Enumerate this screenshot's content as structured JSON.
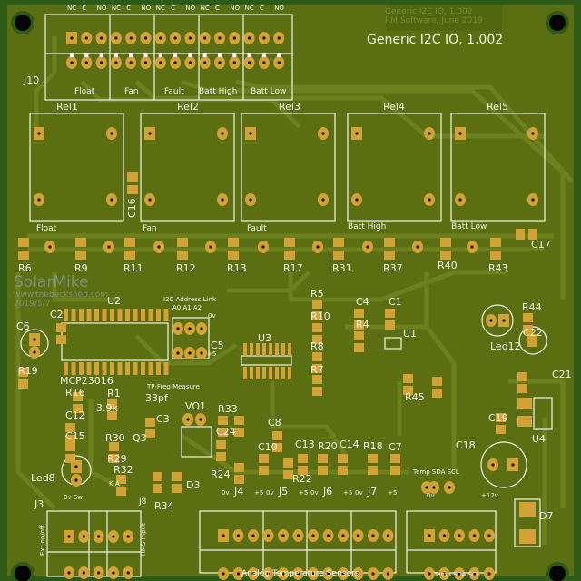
{
  "board": {
    "title": "Generic I2C IO, 1.002",
    "copper_title": "Generic I2C IO, 1.002",
    "copper_subtitle": "RM Software, June 2019",
    "colors": {
      "board": "#5b6e12",
      "trace": "#6a7e1c",
      "pad": "#d2a236",
      "silk": "#f2f2e8",
      "edge": "#2f5a15"
    }
  },
  "watermark": {
    "name": "SolarMike",
    "site": "www.thebackshed.com",
    "date": "2019/5/7"
  },
  "j10": {
    "ref": "J10",
    "pin_labels": [
      "NC",
      "C",
      "NO",
      "NC",
      "C",
      "NO",
      "NC",
      "C",
      "NO",
      "NC",
      "C",
      "NO",
      "NC",
      "C",
      "NO"
    ],
    "group_labels": [
      "Float",
      "Fan",
      "Fault",
      "Batt High",
      "Batt Low"
    ]
  },
  "relays": [
    {
      "ref": "Rel1",
      "label": "Float"
    },
    {
      "ref": "Rel2",
      "label": "Fan"
    },
    {
      "ref": "Rel3",
      "label": "Fault"
    },
    {
      "ref": "Rel4",
      "label": "Batt High"
    },
    {
      "ref": "Rel5",
      "label": "Batt Low"
    }
  ],
  "resistor_row": [
    "R6",
    "R9",
    "R11",
    "R12",
    "R13",
    "R17",
    "R31",
    "R37",
    "R40",
    "R43",
    "C17",
    "C16"
  ],
  "components": {
    "u2": "U2",
    "c2": "C2",
    "c6": "C6",
    "r19": "R19",
    "mcp": "MCP23016",
    "r16": "R16",
    "r1": "R1",
    "r1_value": "3.9k",
    "c12": "C12",
    "c15": "C15",
    "r30": "R30",
    "q3": "Q3",
    "r29": "R29",
    "r32": "R32",
    "led8": "Led8",
    "d3": "D3",
    "r34": "R34",
    "c3_value": "33pf",
    "c3": "C3",
    "vo1": "VO1",
    "r33": "R33",
    "c24": "C24",
    "c8": "C8",
    "c10": "C10",
    "c13": "C13",
    "r20": "R20",
    "c14": "C14",
    "r18": "R18",
    "c7": "C7",
    "r24": "R24",
    "r22": "R22",
    "u3": "U3",
    "c5": "C5",
    "r5": "R5",
    "r10": "R10",
    "c4": "C4",
    "c1": "C1",
    "r4": "R4",
    "u1": "U1",
    "r8": "R8",
    "r7": "R7",
    "r45": "R45",
    "r44": "R44",
    "led12": "Led12",
    "c22": "C22",
    "c21": "C21",
    "c19": "C19",
    "u4": "U4",
    "c18": "C18",
    "d7": "D7"
  },
  "annotations": {
    "i2c_link": "I2C Address Link",
    "address_pins": "A0 A1 A2",
    "zero_v": "0v",
    "plus5": "+5",
    "tp_freq": "TP-Freq Measure",
    "led8_pins": "0v  Sw",
    "d3_pins": "K  A",
    "ext_onoff": "Ext on/off",
    "rms_input": "RMS Input"
  },
  "bottom_connectors": {
    "j3": "J3",
    "j8": "J8",
    "j4": "J4",
    "j5": "J5",
    "j6": "J6",
    "j7": "J7",
    "analog_label": "Analog Temperature Sensors",
    "pin_0v": "0v",
    "pin_5v": "+5",
    "temp_top": "Temp SDA SCL",
    "temp_bottom": "Temp SDA SCL",
    "temp_0v": "0v",
    "temp_12v": "+12v"
  }
}
